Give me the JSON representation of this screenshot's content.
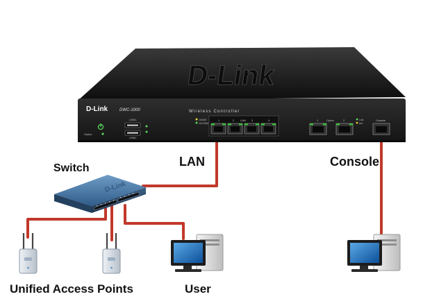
{
  "colors": {
    "cable": "#c0392b",
    "chassis": "#1e1e1e",
    "faceplate": "#2a2a2a",
    "switch_blue": "#3f6d9c",
    "port_led": "#3fbf3f"
  },
  "device": {
    "logo_top": "D-Link",
    "brand": "D-Link",
    "model": "DWC-1000",
    "product_name": "Wireless Controller",
    "usb_label": "USB1",
    "usb2_label": "USB2",
    "status_label": "Status",
    "lan_group_label": "LAN",
    "lan_legend_1": "1000M",
    "lan_legend_2": "10/100M",
    "lan_ports": [
      "1",
      "2",
      "3",
      "4"
    ],
    "option_label": "Option",
    "option_ports": [
      "1",
      "2"
    ],
    "link_label": "Link",
    "act_label": "Act",
    "console_label": "Console"
  },
  "switch_logo": "D-Link",
  "labels": {
    "switch": "Switch",
    "lan": "LAN",
    "console": "Console",
    "access_points": "Unified Access Points",
    "user": "User"
  }
}
